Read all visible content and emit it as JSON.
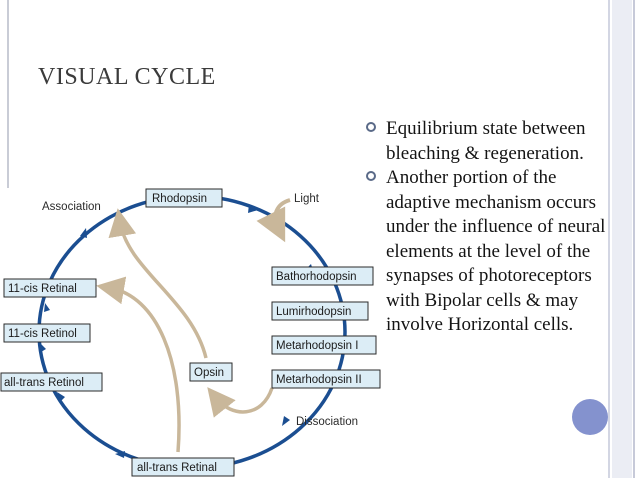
{
  "slide": {
    "title": "VISUAL CYCLE",
    "bullets": [
      "Equilibrium state between bleaching & regeneration.",
      "Another portion of the adaptive mechanism occurs under the influence of neural elements at the level of the synapses of photoreceptors with Bipolar cells & may involve Horizontal cells."
    ]
  },
  "diagram": {
    "boxes": {
      "rhodopsin": "Rhodopsin",
      "bathorhodopsin": "Bathorhodopsin",
      "lumirhodopsin": "Lumirhodopsin",
      "metarhodopsin1": "Metarhodopsin I",
      "metarhodopsin2": "Metarhodopsin II",
      "all_trans_retinal": "all-trans Retinal",
      "all_trans_retinol": "all-trans Retinol",
      "cis_retinol": "11-cis Retinol",
      "cis_retinal": "11-cis Retinal",
      "opsin": "Opsin"
    },
    "labels": {
      "association": "Association",
      "light": "Light",
      "dissociation": "Dissociation"
    }
  },
  "colors": {
    "cycle_arrow": "#1b4e91",
    "tan_arrow": "#c9b79a",
    "box_fill": "#dcedf6",
    "page_dot": "#6f7fc6"
  }
}
